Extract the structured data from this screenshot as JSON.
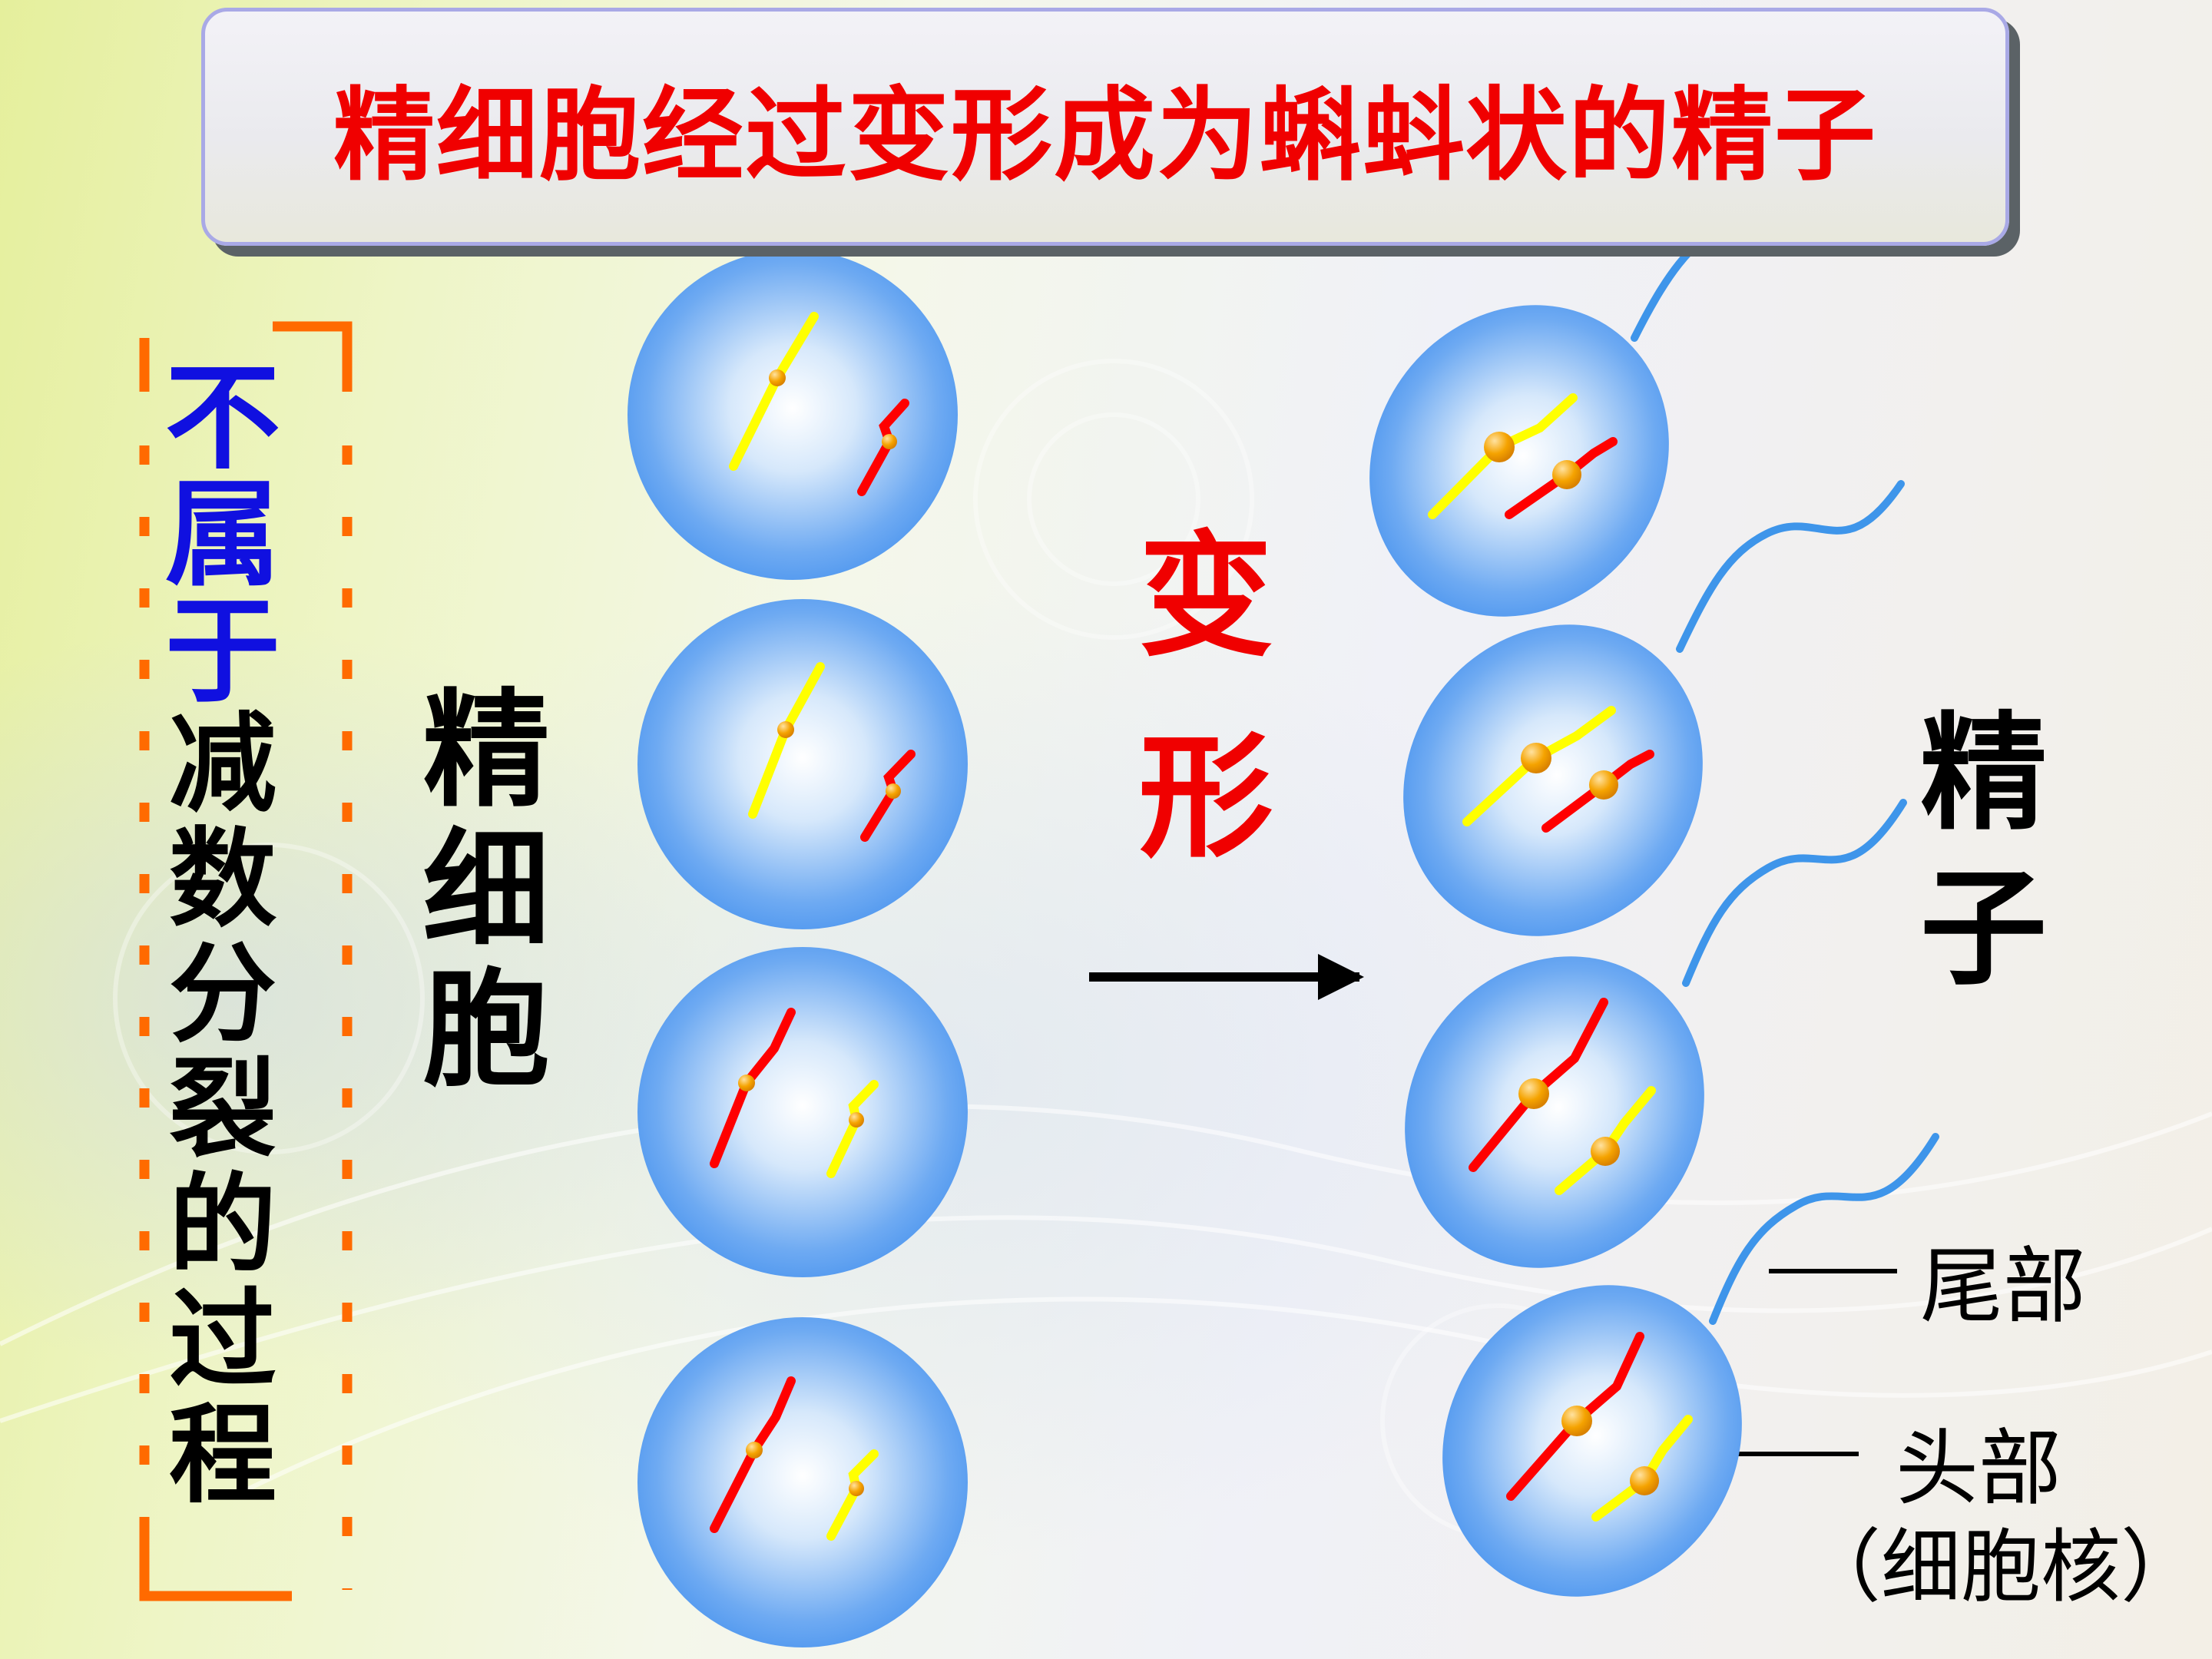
{
  "title": "精细胞经过变形成为蝌蚪状的精子",
  "side_note": {
    "highlight": [
      "不",
      "属",
      "于"
    ],
    "rest": [
      "减",
      "数",
      "分",
      "裂",
      "的",
      "过",
      "程"
    ]
  },
  "label_spermatid": [
    "精",
    "细",
    "胞"
  ],
  "label_transform": [
    "变",
    "形"
  ],
  "label_sperm": [
    "精",
    "子"
  ],
  "label_tail": "尾部",
  "label_head": "头部",
  "label_nucleus": "（细胞核）",
  "colors": {
    "title_text": "#f00000",
    "highlight_text": "#1010e0",
    "bracket": "#ff6a00",
    "cell_edge": "#4f97ef",
    "cell_center": "#ffffff",
    "tail": "#3e95ea",
    "chromosome_yellow": "#ffff00",
    "chromosome_red": "#ff0000",
    "centromere": "#f5a300"
  }
}
